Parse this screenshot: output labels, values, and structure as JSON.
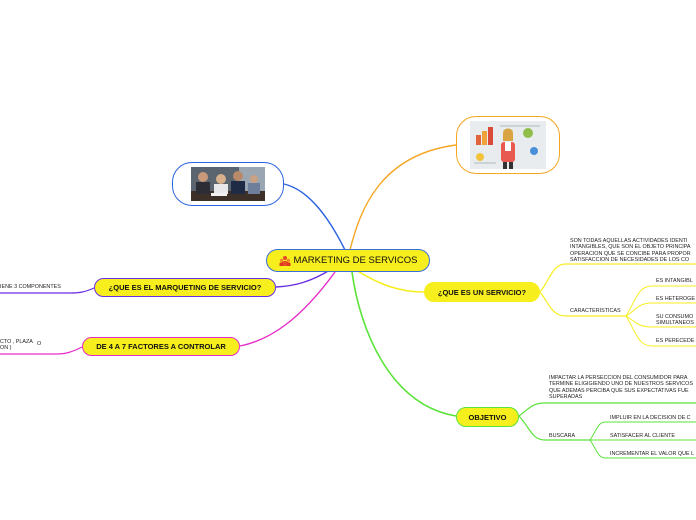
{
  "central": {
    "title": "MARKETING DE SERVICOS",
    "icon": "team-people-icon"
  },
  "branches": {
    "que_es_servicio": {
      "label": "¿QUE ES UN SERVICIO?",
      "definition": "SON TODAS AQUELLAS ACTIVIDADES IDENTI\nINTANGIBLES, QUE SON EL OBJETO PRINCIPA\nOPERACION QUE SE CONCIBE PARA PROPOR\nSATISFACCION DE NECESIDADES DE LOS CO",
      "caracteristicas_label": "CARACTERISTICAS",
      "caracteristicas": [
        "ES INTANGIBL",
        "ES HETEROGE",
        "SU CONSUMO\nSIMULTANEOS",
        "ES PERECEDE"
      ]
    },
    "objetivo": {
      "label": "OBJETIVO",
      "description": "IMPACTAR LA PERSECCION DEL CONSUMIDOR PARA\nTERMINE ELIGIGIENDO UNO DE NUESTROS SERVICOS\nQUE ADEMAS PERCIBA QUE SUS EXPECTATIVAS FUE\nSUPERADAS",
      "buscara_label": "BUSCARA",
      "buscara": [
        "IMPLUIR EN LA DECISION DE C",
        "SATISFACER AL CLIENTE",
        "INCREMENTAR EL VALOR QUE L"
      ]
    },
    "marqueting": {
      "label": "¿QUE ES EL MARQUETING DE SERVICIO?",
      "leaf": "IENE 3 COMPONENTES"
    },
    "factores": {
      "label": "DE 4 A 7 FACTORES A CONTROLAR",
      "leaf": "CTO , PLAZA\nON )",
      "leaf_tail": "O"
    }
  },
  "images": {
    "top_right": "business-woman-infographic-image",
    "top_left": "team-meeting-photo-image"
  },
  "colors": {
    "node_fill": "#f7ee1d",
    "servicio": "#f7ee1d",
    "objetivo": "#5be33a",
    "marqueting": "#6a2fe0",
    "factores": "#e62cc8",
    "image_top_right": "#f5a623",
    "image_top_left": "#2b63e0",
    "central_border": "#3b6fd8"
  }
}
